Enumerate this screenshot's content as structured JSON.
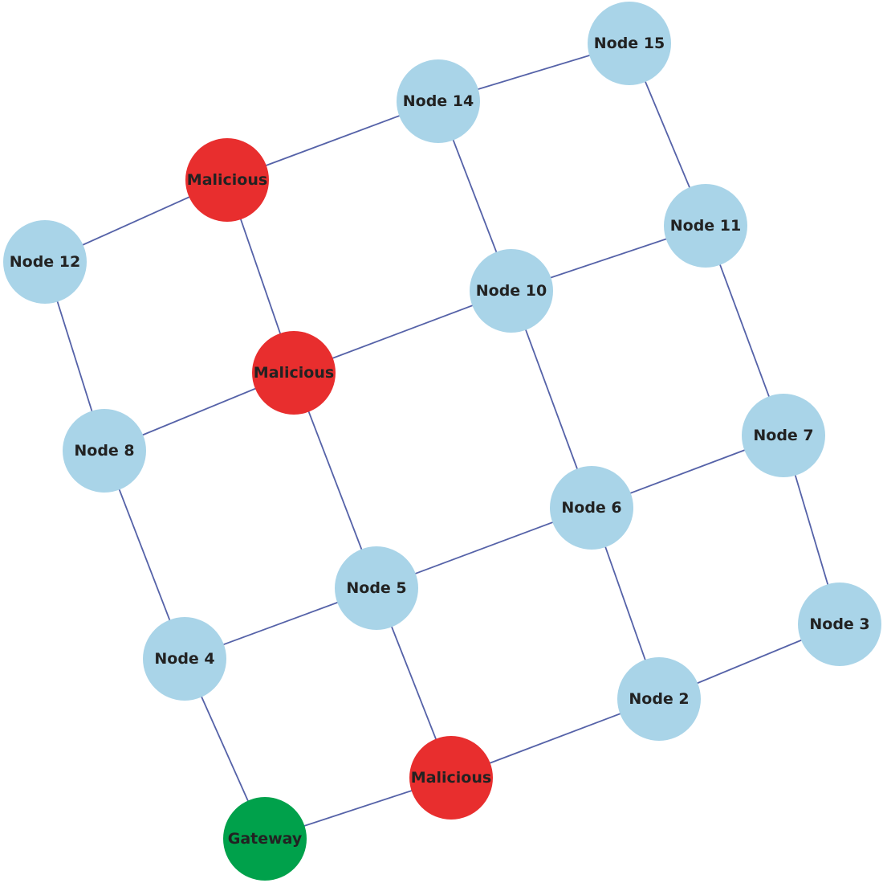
{
  "colors": {
    "normal": "#a9d4e8",
    "malicious": "#e82e2e",
    "gateway": "#00a14b",
    "edge": "#5562a8",
    "label": "#222222"
  },
  "nodes": [
    {
      "id": "gateway",
      "label": "Gateway",
      "kind": "gateway"
    },
    {
      "id": "mal1",
      "label": "Malicious",
      "kind": "malicious"
    },
    {
      "id": "n2",
      "label": "Node 2",
      "kind": "normal"
    },
    {
      "id": "n3",
      "label": "Node 3",
      "kind": "normal"
    },
    {
      "id": "n4",
      "label": "Node 4",
      "kind": "normal"
    },
    {
      "id": "n5",
      "label": "Node 5",
      "kind": "normal"
    },
    {
      "id": "n6",
      "label": "Node 6",
      "kind": "normal"
    },
    {
      "id": "n7",
      "label": "Node 7",
      "kind": "normal"
    },
    {
      "id": "n8",
      "label": "Node 8",
      "kind": "normal"
    },
    {
      "id": "mal9",
      "label": "Malicious",
      "kind": "malicious"
    },
    {
      "id": "n10",
      "label": "Node 10",
      "kind": "normal"
    },
    {
      "id": "n11",
      "label": "Node 11",
      "kind": "normal"
    },
    {
      "id": "n12",
      "label": "Node 12",
      "kind": "normal"
    },
    {
      "id": "mal13",
      "label": "Malicious",
      "kind": "malicious"
    },
    {
      "id": "n14",
      "label": "Node 14",
      "kind": "normal"
    },
    {
      "id": "n15",
      "label": "Node 15",
      "kind": "normal"
    }
  ],
  "edges": [
    [
      "gateway",
      "mal1"
    ],
    [
      "mal1",
      "n2"
    ],
    [
      "n2",
      "n3"
    ],
    [
      "n4",
      "n5"
    ],
    [
      "n5",
      "n6"
    ],
    [
      "n6",
      "n7"
    ],
    [
      "n8",
      "mal9"
    ],
    [
      "mal9",
      "n10"
    ],
    [
      "n10",
      "n11"
    ],
    [
      "n12",
      "mal13"
    ],
    [
      "mal13",
      "n14"
    ],
    [
      "n14",
      "n15"
    ],
    [
      "gateway",
      "n4"
    ],
    [
      "n4",
      "n8"
    ],
    [
      "n8",
      "n12"
    ],
    [
      "mal1",
      "n5"
    ],
    [
      "n5",
      "mal9"
    ],
    [
      "mal9",
      "mal13"
    ],
    [
      "n2",
      "n6"
    ],
    [
      "n6",
      "n10"
    ],
    [
      "n10",
      "n14"
    ],
    [
      "n3",
      "n7"
    ],
    [
      "n7",
      "n11"
    ],
    [
      "n11",
      "n15"
    ]
  ]
}
